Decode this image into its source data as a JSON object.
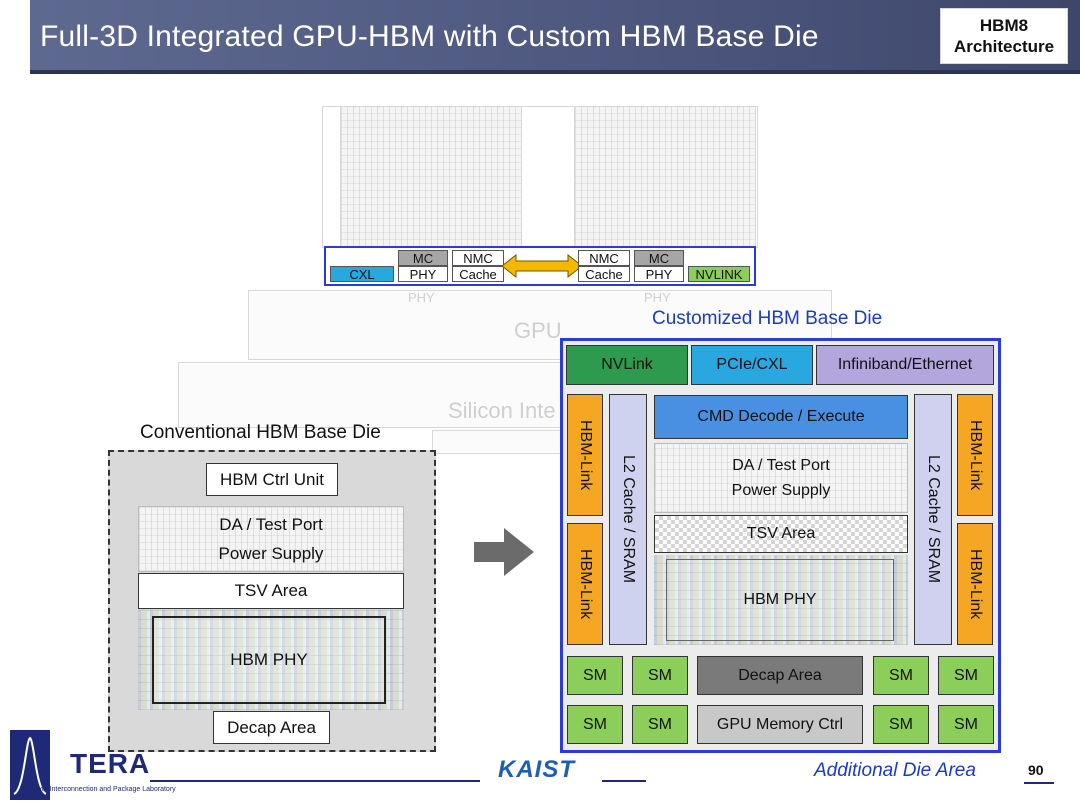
{
  "header": {
    "title": "Full-3D Integrated GPU-HBM with Custom HBM Base Die",
    "badge_line1": "HBM8",
    "badge_line2": "Architecture"
  },
  "gpu_stack": {
    "gpu_label": "GPU",
    "interposer_label": "Silicon Inte",
    "faded_phy_left": "PHY",
    "faded_phy_right": "PHY",
    "cxl": "CXL",
    "mc_left": "MC",
    "phy_left": "PHY",
    "nmc_left": "NMC",
    "cache_left": "Cache",
    "nmc_right": "NMC",
    "cache_right": "Cache",
    "mc_right": "MC",
    "phy_right": "PHY",
    "nvlink": "NVLINK"
  },
  "conventional": {
    "title": "Conventional HBM Base Die",
    "ctrl": "HBM Ctrl Unit",
    "da_test": "DA / Test Port",
    "power": "Power Supply",
    "tsv": "TSV Area",
    "phy": "HBM PHY",
    "decap": "Decap Area"
  },
  "custom": {
    "title": "Customized HBM Base Die",
    "nvlink": "NVLink",
    "pcie": "PCIe/CXL",
    "infiniband": "Infiniband/Ethernet",
    "hbm_link": "HBM-Link",
    "l2": "L2 Cache / SRAM",
    "cmd": "CMD Decode / Execute",
    "da_test": "DA / Test Port",
    "power": "Power Supply",
    "tsv": "TSV Area",
    "phy": "HBM PHY",
    "sm": "SM",
    "decap": "Decap Area",
    "gpu_mem": "GPU Memory Ctrl"
  },
  "footer": {
    "logo_name": "TERA",
    "logo_sub": "TeraByte Interconnection and Package Laboratory",
    "kaist": "KAIST",
    "additional": "Additional Die Area",
    "page_number": "90"
  },
  "colors": {
    "title_bar": "#55608a",
    "nvlink_green": "#2e9a4e",
    "cxl_blue": "#29a8e0",
    "infiniband_purple": "#b3a6dc",
    "hbm_link_orange": "#f5a623",
    "l2_lavender": "#cfd2ee",
    "cmd_blue": "#4a90e2",
    "sm_green": "#8cce5a",
    "decap_gray": "#7a7a7a",
    "frame_blue": "#2a3bd8",
    "additional_text_blue": "#1a3bc8"
  }
}
